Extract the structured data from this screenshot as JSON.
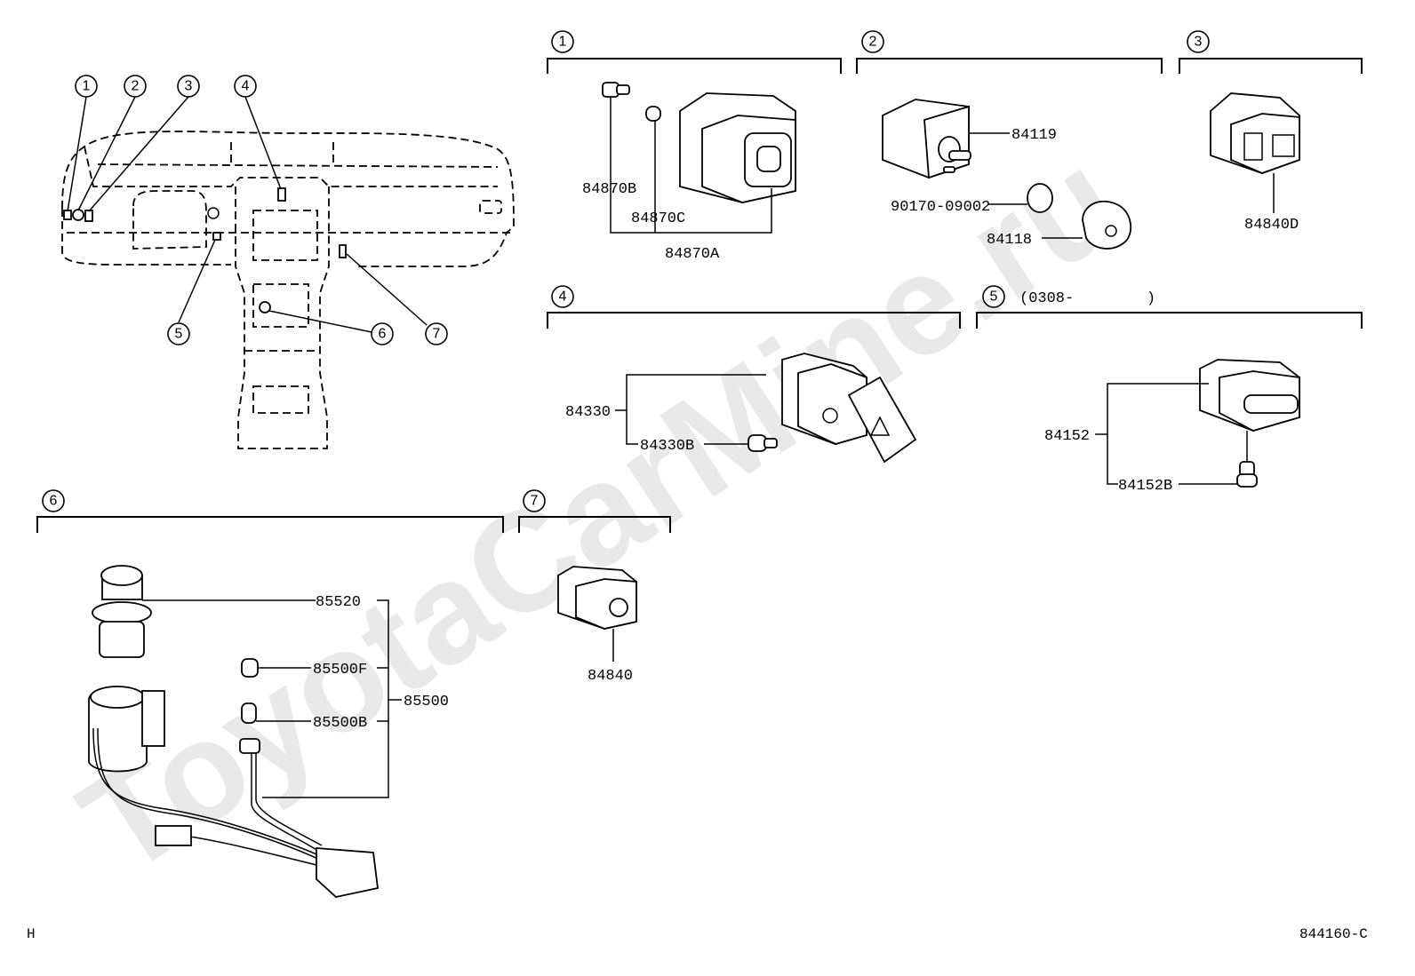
{
  "watermark": "ToyotaCarMine.ru",
  "overview": {
    "callouts": [
      "1",
      "2",
      "3",
      "4",
      "5",
      "6",
      "7"
    ]
  },
  "sections": [
    {
      "id": "1",
      "note": "",
      "parts": [
        "84870B",
        "84870C",
        "84870A"
      ]
    },
    {
      "id": "2",
      "note": "",
      "parts": [
        "84119",
        "90170-09002",
        "84118"
      ]
    },
    {
      "id": "3",
      "note": "",
      "parts": [
        "84840D"
      ]
    },
    {
      "id": "4",
      "note": "",
      "parts": [
        "84330",
        "84330B"
      ]
    },
    {
      "id": "5",
      "note": "(0308-        )",
      "parts": [
        "84152",
        "84152B"
      ]
    },
    {
      "id": "6",
      "note": "",
      "parts": [
        "85520",
        "85500F",
        "85500",
        "85500B"
      ]
    },
    {
      "id": "7",
      "note": "",
      "parts": [
        "84840"
      ]
    }
  ],
  "footer": {
    "left": "H",
    "code": "844160-C"
  }
}
